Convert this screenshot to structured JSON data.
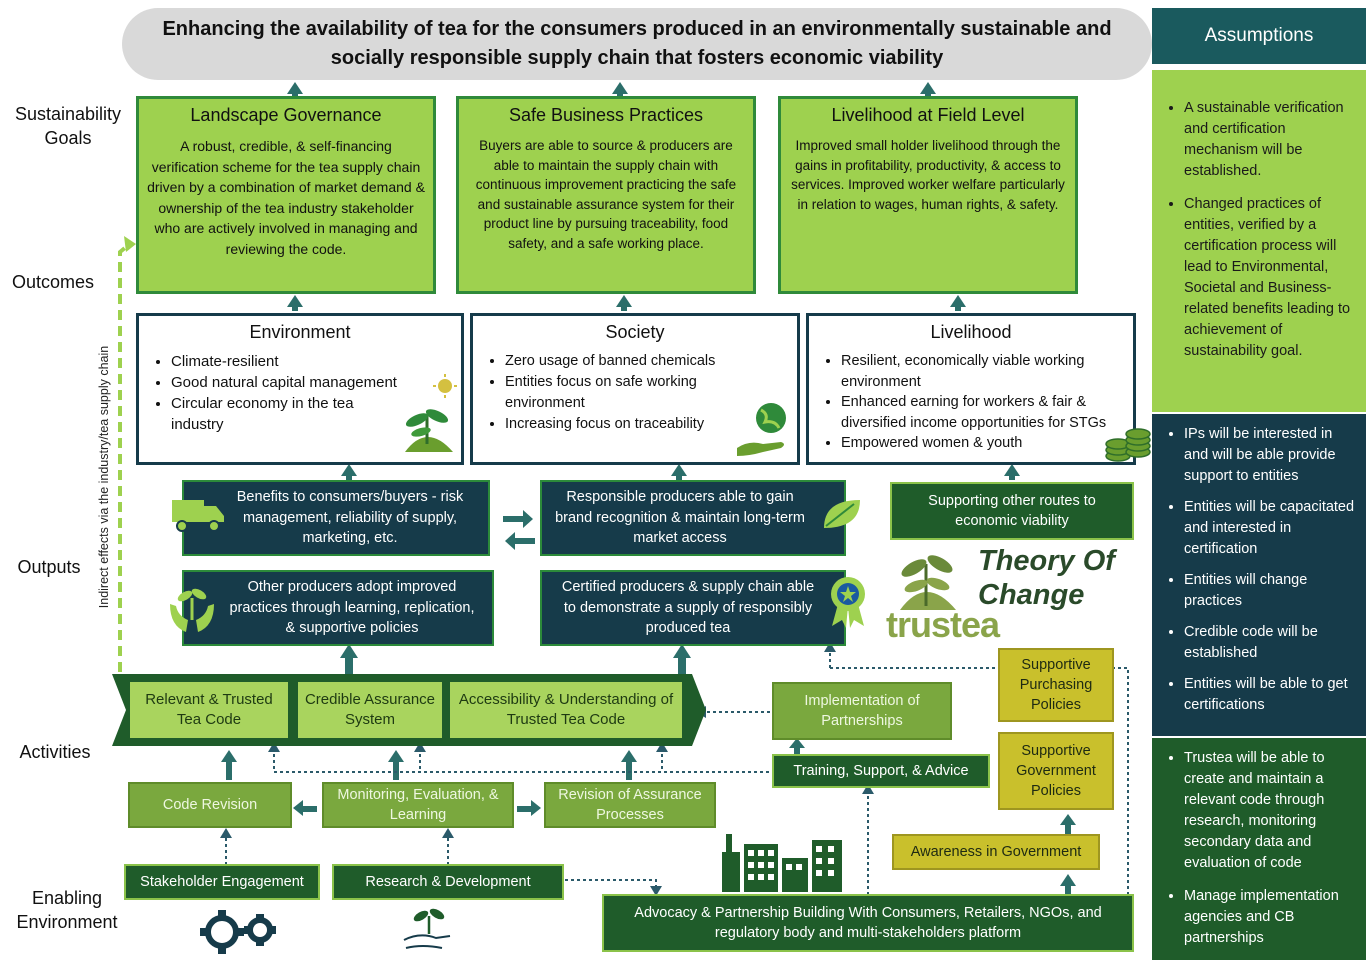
{
  "banner": "Enhancing the availability of tea for the consumers produced in an environmentally sustainable and socially responsible supply chain that fosters economic viability",
  "row_labels": {
    "goals": "Sustainability Goals",
    "outcomes": "Outcomes",
    "outputs": "Outputs",
    "activities": "Activities",
    "enabling": "Enabling Environment"
  },
  "side_label": "Indirect effects via the industry/tea supply chain",
  "goals": [
    {
      "title": "Landscape Governance",
      "text": "A robust, credible, & self-financing verification scheme for the tea supply chain driven by a combination of market demand & ownership of the tea industry stakeholder who are actively involved in managing and reviewing the code."
    },
    {
      "title": "Safe Business Practices",
      "text": "Buyers are able to source & producers are able to maintain the supply chain with continuous improvement practicing the safe and sustainable assurance system for their product line by pursuing traceability, food safety, and a safe working place."
    },
    {
      "title": "Livelihood at Field Level",
      "text": "Improved small holder livelihood through the gains in profitability, productivity, & access to services. Improved worker welfare particularly in relation to wages, human rights, & safety."
    }
  ],
  "outcomes": [
    {
      "title": "Environment",
      "items": [
        "Climate-resilient",
        "Good natural capital management",
        "Circular economy in the tea industry"
      ]
    },
    {
      "title": "Society",
      "items": [
        "Zero usage of banned chemicals",
        "Entities focus on safe working environment",
        "Increasing focus on traceability"
      ]
    },
    {
      "title": "Livelihood",
      "items": [
        "Resilient, economically viable working environment",
        "Enhanced earning for workers & fair & diversified income opportunities for STGs",
        "Empowered women & youth"
      ]
    }
  ],
  "outputs": {
    "benefits": "Benefits to consumers/buyers - risk management, reliability of supply, marketing, etc.",
    "responsible": "Responsible producers able to gain brand recognition & maintain long-term market access",
    "other_routes": "Supporting other routes to economic viability",
    "other_producers": "Other producers adopt improved practices through learning, replication, & supportive policies",
    "certified": "Certified producers & supply chain able to demonstrate a supply of responsibly produced tea"
  },
  "logo": {
    "line1": "Theory Of",
    "line2": "Change",
    "brand": "trustea"
  },
  "activities": {
    "code": "Relevant & Trusted Tea Code",
    "assurance": "Credible Assurance System",
    "access": "Accessibility & Understanding of Trusted Tea Code",
    "implementation": "Implementation of Partnerships",
    "purchasing": "Supportive Purchasing Policies",
    "government_policies": "Supportive Government Policies",
    "training": "Training, Support, & Advice",
    "code_revision": "Code Revision",
    "mel": "Monitoring, Evaluation, & Learning",
    "revision_assurance": "Revision of Assurance Processes",
    "awareness": "Awareness in Government"
  },
  "enabling": {
    "stakeholder": "Stakeholder Engagement",
    "research": "Research & Development",
    "advocacy": "Advocacy & Partnership Building With Consumers, Retailers, NGOs, and regulatory body and multi-stakeholders platform"
  },
  "assumptions": {
    "title": "Assumptions",
    "group1": [
      "A sustainable verification and certification mechanism will be established.",
      "Changed practices of entities, verified by a certification process will lead to Environmental, Societal and Business-related benefits leading to achievement of sustainability goal."
    ],
    "group2": [
      "IPs will be interested in and will be able provide support to entities",
      "Entities will be capacitated and interested in certification",
      "Entities will change practices",
      "Credible code will be established",
      "Entities will be able to get certifications"
    ],
    "group3": [
      "Trustea will be able to create and maintain a relevant code through research, monitoring secondary data and evaluation of code",
      "Manage implementation agencies and CB partnerships"
    ]
  },
  "colors": {
    "navy": "#163b4a",
    "lime": "#9ed14f",
    "dark_green": "#1f5c2a",
    "yellow": "#c9c02c",
    "teal": "#1a5a5e"
  }
}
